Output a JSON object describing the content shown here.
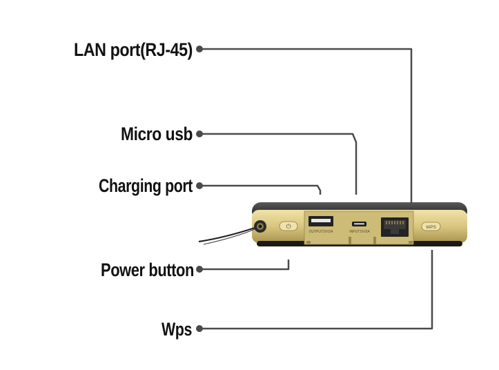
{
  "diagram": {
    "labels": {
      "lan": "LAN port(RJ-45)",
      "micro_usb": "Micro usb",
      "charging": "Charging port",
      "power": "Power button",
      "wps": "Wps"
    },
    "device": {
      "power_button_symbol": "⏻",
      "wps_button_label": "WPS",
      "output_label": "OUTPUT:5V/2A",
      "input_label": "INPUT:5V/2A"
    }
  }
}
